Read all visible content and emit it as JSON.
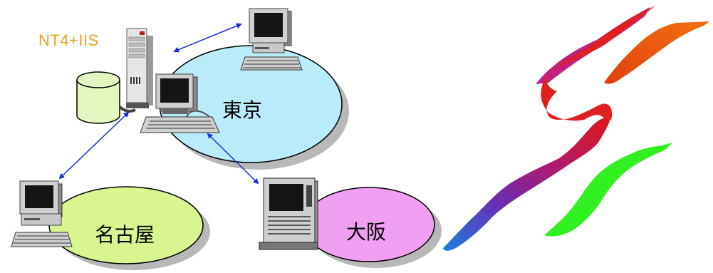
{
  "server": {
    "label": "NT4+IIS"
  },
  "cities": {
    "tokyo": "東京",
    "nagoya": "名古屋",
    "osaka": "大阪"
  },
  "colors": {
    "tokyo_ellipse": "#b8ecf8",
    "nagoya_ellipse": "#d8f590",
    "osaka_ellipse": "#f0a0f0",
    "shadow": "#b8b8b8",
    "database": "#e4f6c0",
    "server_label": "#f0a020",
    "link_arrow": "#1a2ee0",
    "japan_hokkaido": "#e02020",
    "japan_tohoku": "#f06010",
    "japan_honshu": "#c01020",
    "japan_kyushu_shikoku": "#7030b0",
    "japan_west": "#2070d0",
    "japan_islands": "#30f020"
  },
  "icons": [
    "database-icon",
    "server-tower-icon",
    "desktop-computer-icon",
    "portable-computer-icon",
    "japan-map-icon"
  ]
}
